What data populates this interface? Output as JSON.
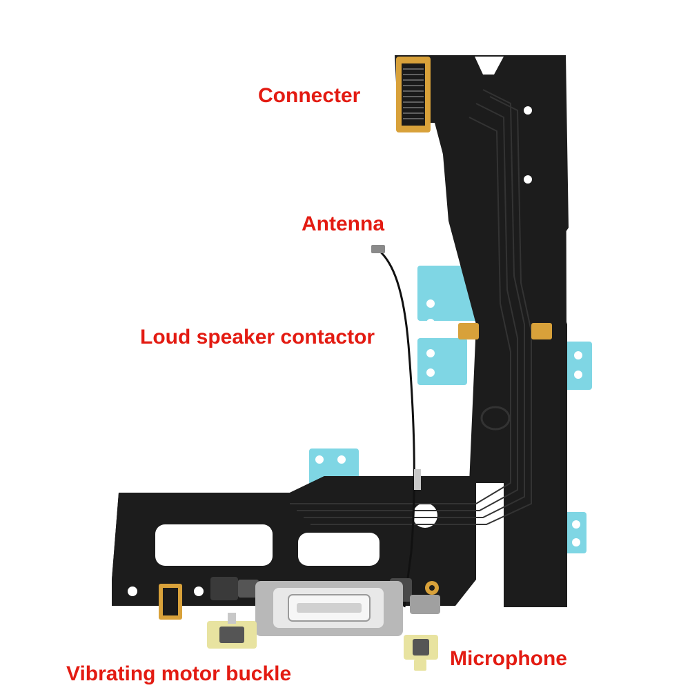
{
  "colors": {
    "label": "#e31b12",
    "flex": "#1c1c1c",
    "flex_edge": "#2b2b2b",
    "trace": "#333333",
    "tape": "#7fd6e4",
    "gold": "#d8a13a",
    "steel": "#b8b8b8",
    "background": "#ffffff"
  },
  "labels": {
    "connecter": "Connecter",
    "antenna": "Antenna",
    "loud_speaker": "Loud speaker contactor",
    "microphone": "Microphone",
    "vibrating_motor": "Vibrating motor buckle"
  },
  "icons": [
    "board-connector-icon",
    "antenna-cable-icon",
    "speaker-contact-pad-icon",
    "charging-port-icon",
    "microphone-icon",
    "vibrating-motor-buckle-icon"
  ]
}
